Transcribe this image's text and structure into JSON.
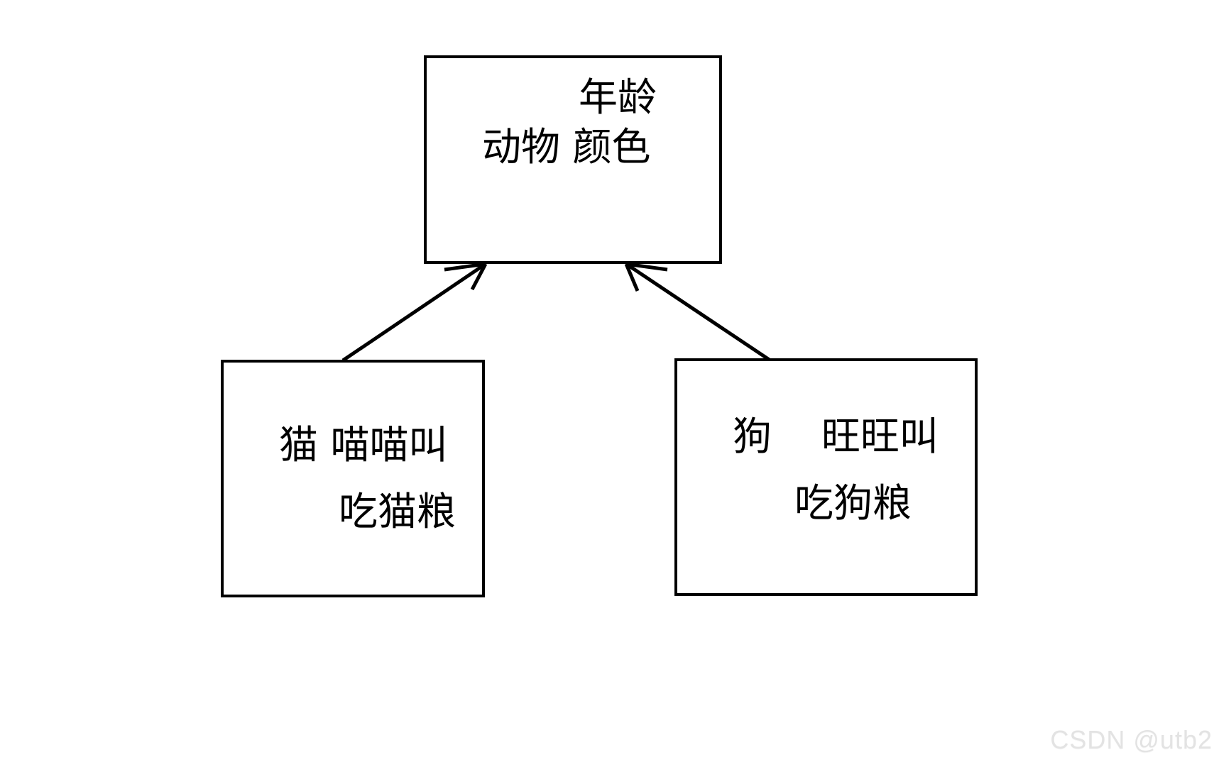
{
  "diagram": {
    "type": "uml-class-inheritance",
    "background_color": "#ffffff",
    "stroke_color": "#000000",
    "boxes": [
      {
        "id": "animal",
        "role": "parent-class",
        "line1": "年龄",
        "line2": "动物 颜色"
      },
      {
        "id": "cat",
        "role": "child-class",
        "line1": "猫 喵喵叫",
        "line2": "吃猫粮"
      },
      {
        "id": "dog",
        "role": "child-class",
        "line1": "狗    旺旺叫",
        "line2": "吃狗粮"
      }
    ],
    "edges": [
      {
        "id": "cat-to-animal",
        "from": "cat",
        "to": "animal",
        "kind": "generalization-arrow"
      },
      {
        "id": "dog-to-animal",
        "from": "dog",
        "to": "animal",
        "kind": "generalization-arrow"
      }
    ]
  },
  "watermark": {
    "text": "CSDN @utb2",
    "color": "#e3e3e3"
  }
}
